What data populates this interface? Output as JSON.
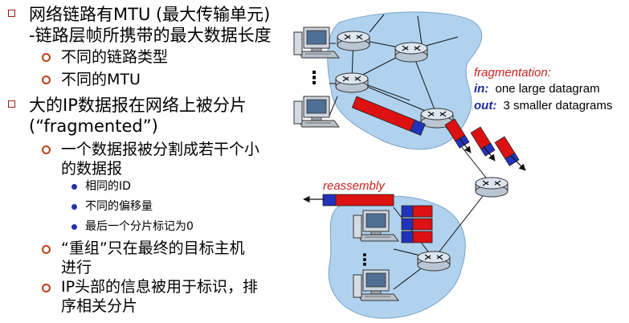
{
  "bullets": {
    "b1": "网络链路有MTU (最大传输单元)",
    "b1_cont": "-链路层帧所携带的最大数据长度",
    "b1_sub1": "不同的链路类型",
    "b1_sub2": "不同的MTU",
    "b2": "大的IP数据报在网络上被分片",
    "b2_cont": "(“fragmented”)",
    "b2_sub1": "一个数据报被分割成若干个小",
    "b2_sub1_cont": "的数据报",
    "b2_sub1_items": [
      "相同的ID",
      "不同的偏移量",
      "最后一个分片标记为0"
    ],
    "b2_sub2": "“重组”只在最终的目标主机",
    "b2_sub2_cont": "进行",
    "b2_sub3": "IP头部的信息被用于标识，排",
    "b2_sub3_cont": "序相关分片"
  },
  "diagram": {
    "fragmentation_title": "fragmentation:",
    "in_label": "in:",
    "in_text": "one large datagram",
    "out_label": "out:",
    "out_text": "3 smaller datagrams",
    "reassembly_label": "reassembly",
    "host_ellipsis": "⋮"
  },
  "colors": {
    "network_cloud": "#b0d2ee",
    "router_fill": "#dde6ef",
    "datagram_red": "#dd1111",
    "datagram_blue": "#2233bb",
    "fragmentation_text": "#cc2222",
    "in_out_text": "#1a2a99",
    "bullet_square": "#9a1a1a",
    "bullet_ring": "#b8431a",
    "bullet_dot": "#2233aa"
  },
  "icons": [
    "square-bullet-icon",
    "ring-bullet-icon",
    "dot-bullet-icon",
    "router-icon",
    "host-computer-icon",
    "network-cloud-icon",
    "arrow-icon"
  ]
}
